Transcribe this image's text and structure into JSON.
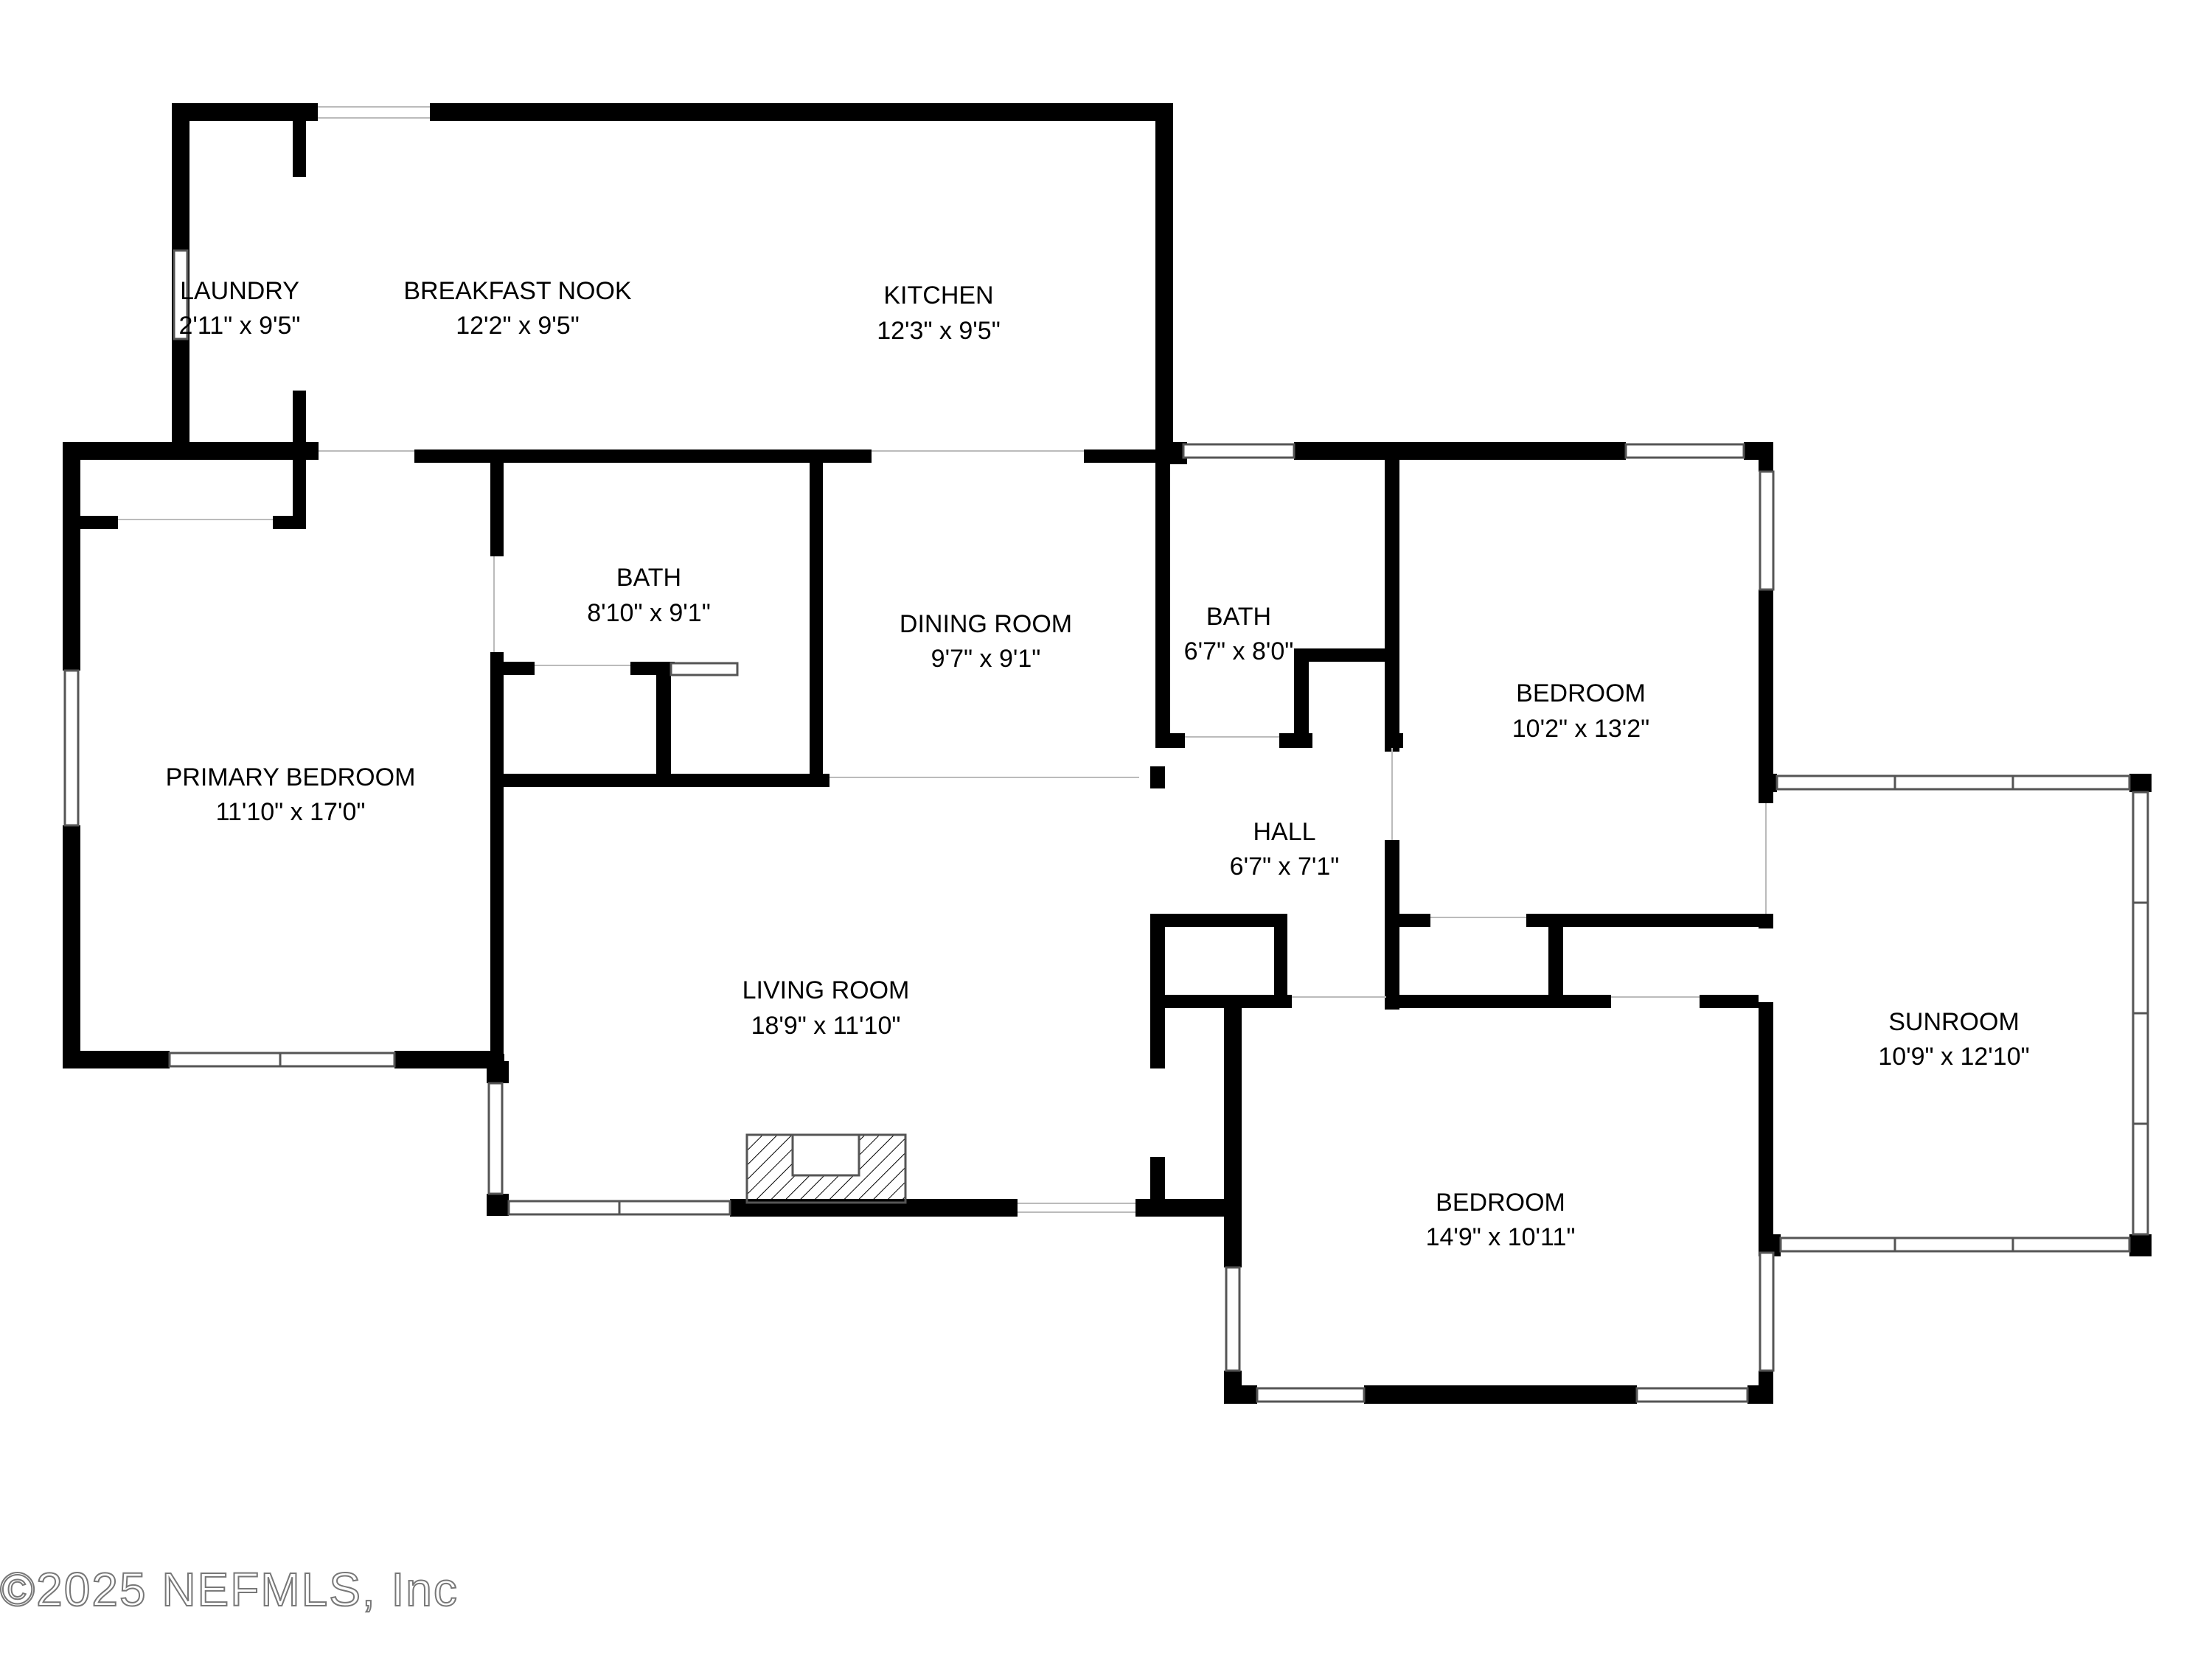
{
  "colors": {
    "wall": "#000000",
    "window": "#555555",
    "background": "#ffffff"
  },
  "rooms": {
    "laundry": {
      "name": "LAUNDRY",
      "dims": "2'11\" x 9'5\""
    },
    "breakfast": {
      "name": "BREAKFAST NOOK",
      "dims": "12'2\" x 9'5\""
    },
    "kitchen": {
      "name": "KITCHEN",
      "dims": "12'3\" x 9'5\""
    },
    "bath1": {
      "name": "BATH",
      "dims": "8'10\" x 9'1\""
    },
    "dining": {
      "name": "DINING ROOM",
      "dims": "9'7\" x 9'1\""
    },
    "bath2": {
      "name": "BATH",
      "dims": "6'7\" x 8'0\""
    },
    "bedroom1": {
      "name": "BEDROOM",
      "dims": "10'2\" x 13'2\""
    },
    "primary": {
      "name": "PRIMARY BEDROOM",
      "dims": "11'10\" x 17'0\""
    },
    "hall": {
      "name": "HALL",
      "dims": "6'7\" x 7'1\""
    },
    "living": {
      "name": "LIVING ROOM",
      "dims": "18'9\" x 11'10\""
    },
    "sunroom": {
      "name": "SUNROOM",
      "dims": "10'9\" x 12'10\""
    },
    "bedroom2": {
      "name": "BEDROOM",
      "dims": "14'9\" x 10'11\""
    }
  },
  "watermark": "©2025 NEFMLS, Inc"
}
